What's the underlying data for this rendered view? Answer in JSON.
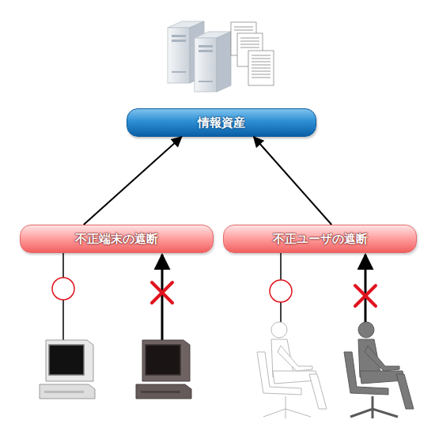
{
  "diagram": {
    "nodes": [
      {
        "text": [
          "情報資産"
        ]
      },
      {
        "text": [
          "不正端末の遮断"
        ]
      },
      {
        "text": [
          "不正ユーザの遮断"
        ]
      }
    ],
    "edges": [
      {
        "from": 1,
        "to": 0,
        "arrow": "to"
      },
      {
        "from": 2,
        "to": 0,
        "arrow": "to"
      }
    ]
  }
}
